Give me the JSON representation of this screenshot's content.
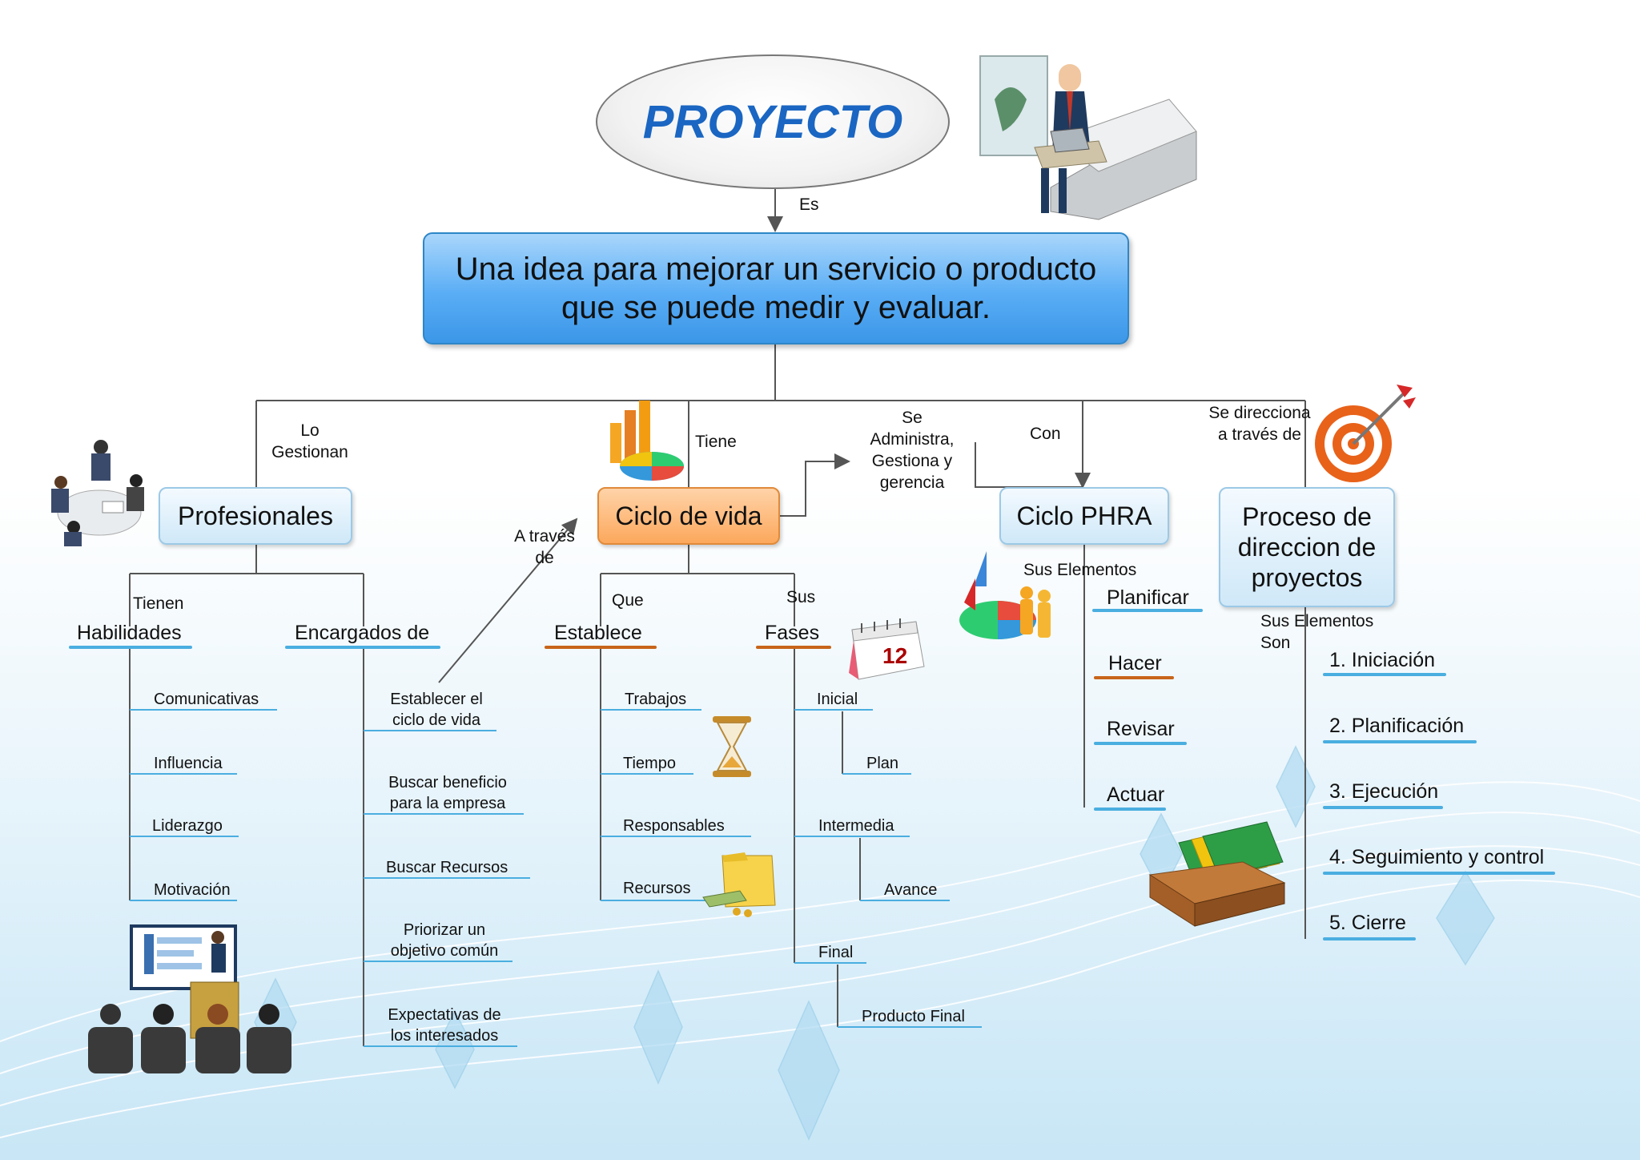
{
  "title": "PROYECTO",
  "definition": "Una idea para mejorar un servicio o producto que se puede medir y evaluar.",
  "links": {
    "es": "Es",
    "lo_gestionan": "Lo Gestionan",
    "tiene": "Tiene",
    "se_administra": "Se Administra, Gestiona y gerencia",
    "con": "Con",
    "se_direcciona": "Se direcciona a través de",
    "tienen": "Tienen",
    "a_traves_de": "A través de",
    "que": "Que",
    "sus": "Sus",
    "sus_elementos": "Sus Elementos",
    "sus_elementos_son": "Sus Elementos Son"
  },
  "nodes": {
    "profesionales": "Profesionales",
    "ciclo_vida": "Ciclo de vida",
    "ciclo_phra": "Ciclo PHRA",
    "proceso": "Proceso de direccion de proyectos"
  },
  "habilidades": {
    "title": "Habilidades",
    "items": [
      "Comunicativas",
      "Influencia",
      "Liderazgo",
      "Motivación"
    ]
  },
  "encargados": {
    "title": "Encargados de",
    "items": [
      "Establecer el ciclo de vida",
      "Buscar beneficio para la empresa",
      "Buscar Recursos",
      "Priorizar un objetivo común",
      "Expectativas de los interesados"
    ]
  },
  "establece": {
    "title": "Establece",
    "items": [
      "Trabajos",
      "Tiempo",
      "Responsables",
      "Recursos"
    ]
  },
  "fases": {
    "title": "Fases",
    "items": [
      "Inicial",
      "Plan",
      "Intermedia",
      "Avance",
      "Final",
      "Producto Final"
    ]
  },
  "phra": {
    "items": [
      "Planificar",
      "Hacer",
      "Revisar",
      "Actuar"
    ]
  },
  "proceso_items": [
    "1. Iniciación",
    "2. Planificación",
    "3. Ejecución",
    "4. Seguimiento y control",
    "5. Cierre"
  ],
  "calendar_day": "12",
  "icons": [
    "businessman-laptop-icon",
    "team-meeting-icon",
    "chart-icon",
    "target-icon",
    "calendar-icon",
    "hourglass-icon",
    "money-icon",
    "pie-people-icon",
    "file-box-icon",
    "presentation-icon"
  ],
  "colors": {
    "title_text": "#1a66c2",
    "definition_fill": "#59adf5",
    "node_fill": "#dff0fb",
    "ciclo_fill": "#fdb26e",
    "blue_underline": "#4aaee0",
    "orange_underline": "#c8651a",
    "line": "#555555"
  }
}
